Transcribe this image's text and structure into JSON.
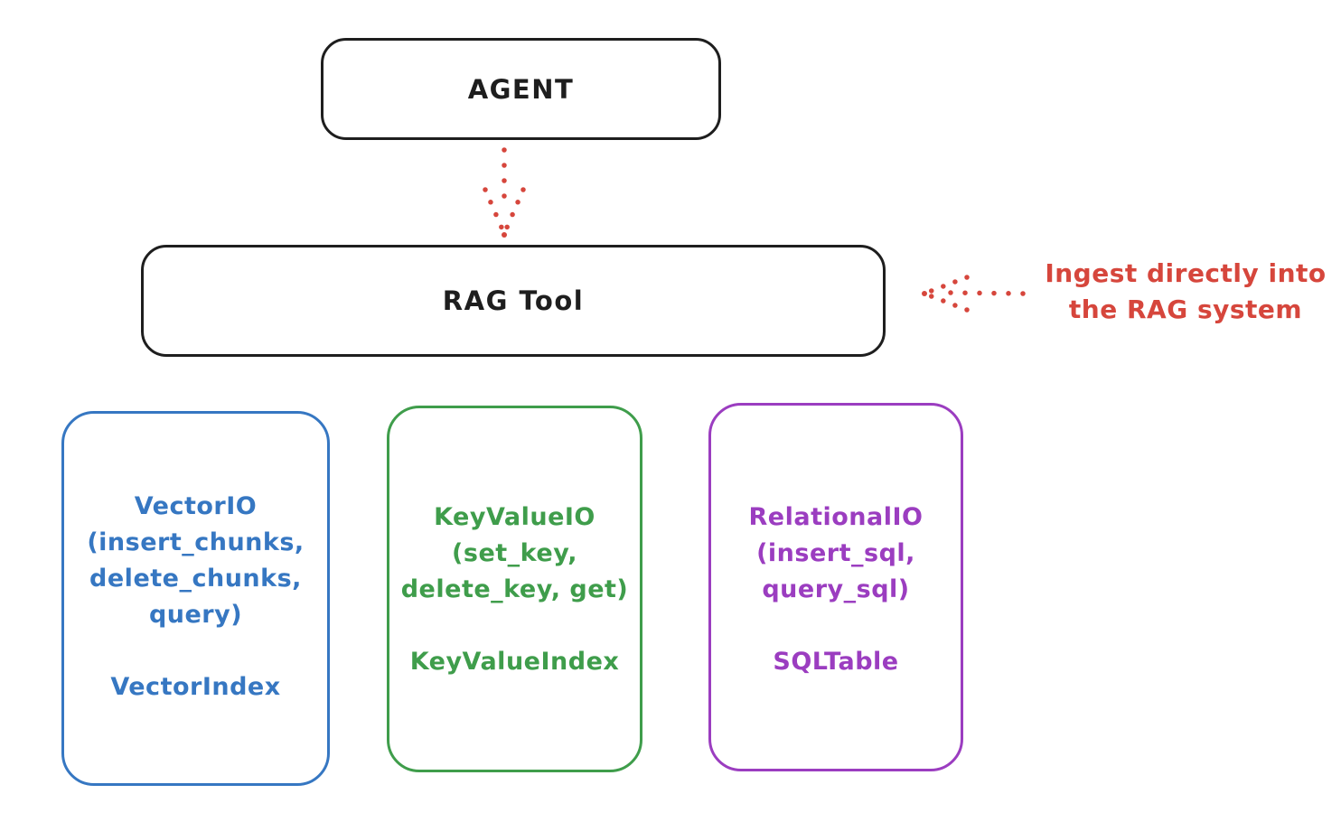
{
  "agent": {
    "label": "AGENT"
  },
  "rag_tool": {
    "label": "RAG Tool"
  },
  "annotation": {
    "line1": "Ingest directly into",
    "line2": "the RAG system"
  },
  "backends": [
    {
      "id": "vector-io",
      "color": "#3677c2",
      "interface_lines": [
        "VectorIO",
        "(insert_chunks,",
        "delete_chunks,",
        "query)"
      ],
      "index_label": "VectorIndex"
    },
    {
      "id": "keyvalue-io",
      "color": "#3f9d4b",
      "interface_lines": [
        "KeyValueIO",
        "(set_key,",
        "delete_key, get)"
      ],
      "index_label": "KeyValueIndex"
    },
    {
      "id": "relational-io",
      "color": "#9b3dc0",
      "interface_lines": [
        "RelationalIO",
        "(insert_sql,",
        "query_sql)"
      ],
      "index_label": "SQLTable"
    }
  ],
  "colors": {
    "ink": "#1e1e1e",
    "accent_red": "#d6463c",
    "vector_blue": "#3677c2",
    "keyvalue_green": "#3f9d4b",
    "relational_purple": "#9b3dc0"
  }
}
